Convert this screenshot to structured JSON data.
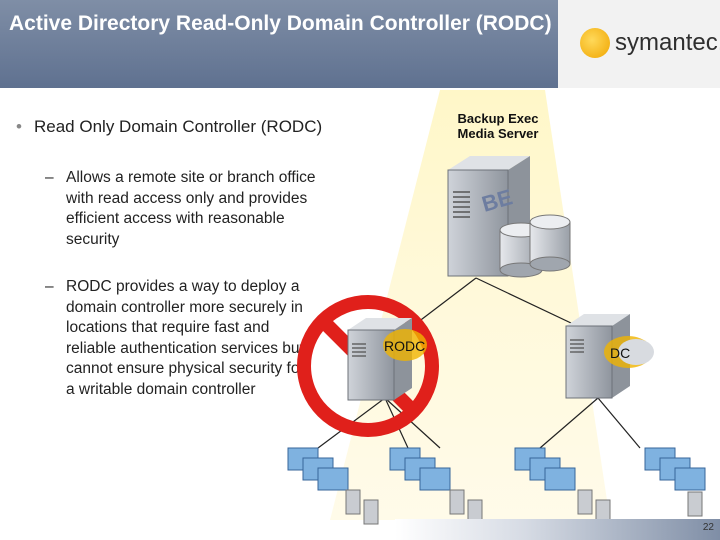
{
  "slide": {
    "title": "Active Directory Read-Only Domain Controller (RODC)",
    "logo_text": "symantec.",
    "bullet": "Read Only Domain Controller (RODC)",
    "sub_points": [
      "Allows a remote site or branch office with read access only and provides efficient access with reasonable security",
      "RODC provides a way to deploy a domain controller more securely in locations that require fast and reliable authentication services but cannot ensure physical security for a writable domain controller"
    ],
    "page_number": "22"
  },
  "diagram": {
    "backup_label": "Backup Exec Media Server",
    "be_badge": "BE",
    "rodc_label": "RODC",
    "dc_label": "DC"
  },
  "colors": {
    "header": "#6c7d99",
    "prohibit_red": "#e0201b",
    "beam": "#fff3b0"
  }
}
